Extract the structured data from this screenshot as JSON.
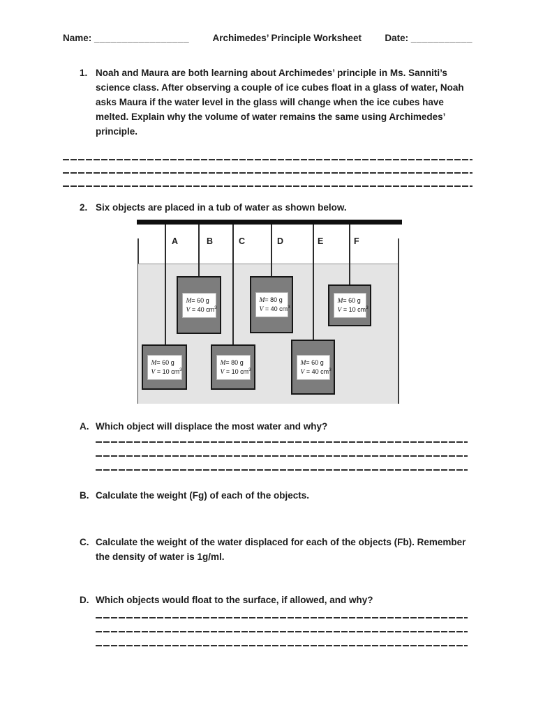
{
  "header": {
    "name_label": "Name:",
    "name_blank": "_________________",
    "title": "Archimedes’ Principle Worksheet",
    "date_label": "Date:",
    "date_blank": "___________"
  },
  "q1": {
    "number": "1.",
    "text": "Noah and Maura are both learning about Archimedes’ principle in Ms. Sanniti’s science class. After observing a couple of ice cubes float in a glass of water, Noah asks Maura if the water level in the glass will change when the ice cubes have melted. Explain why the volume of water remains the same using Archimedes’ principle.",
    "answer_lines": 3
  },
  "q2": {
    "number": "2.",
    "text": "Six objects are placed in a tub of water as shown below."
  },
  "diagram": {
    "description": "Six objects hanging from a bar into a tub of water",
    "water_color": "#e4e4e4",
    "object_fill_color": "#7d7d7d",
    "hanger_labels": [
      "A",
      "B",
      "C",
      "D",
      "E",
      "F"
    ],
    "objects": [
      {
        "label": "A",
        "row": "lower",
        "mass_g": 60,
        "volume_cm3": 10,
        "m_var": "M",
        "m_rest": "= 60 g",
        "v_var": "V",
        "v_rest": " = 10 cm",
        "v_sup": "3"
      },
      {
        "label": "B",
        "row": "upper",
        "mass_g": 60,
        "volume_cm3": 40,
        "m_var": "M",
        "m_rest": "= 60 g",
        "v_var": "V",
        "v_rest": " = 40 cm",
        "v_sup": "3"
      },
      {
        "label": "C",
        "row": "lower",
        "mass_g": 80,
        "volume_cm3": 10,
        "m_var": "M",
        "m_rest": "= 80 g",
        "v_var": "V",
        "v_rest": " = 10 cm",
        "v_sup": "3"
      },
      {
        "label": "D",
        "row": "upper",
        "mass_g": 80,
        "volume_cm3": 40,
        "m_var": "M",
        "m_rest": "= 80 g",
        "v_var": "V",
        "v_rest": " = 40 cm",
        "v_sup": "3"
      },
      {
        "label": "E",
        "row": "lower",
        "mass_g": 60,
        "volume_cm3": 40,
        "m_var": "M",
        "m_rest": "= 60 g",
        "v_var": "V",
        "v_rest": " = 40 cm",
        "v_sup": "3"
      },
      {
        "label": "F",
        "row": "upper",
        "mass_g": 60,
        "volume_cm3": 10,
        "m_var": "M",
        "m_rest": "= 60 g",
        "v_var": "V",
        "v_rest": " = 10 cm",
        "v_sup": "3"
      }
    ]
  },
  "subquestions": [
    {
      "letter": "A.",
      "text": "Which object will displace the most water and why?",
      "answer_lines": 3
    },
    {
      "letter": "B.",
      "text": "Calculate the weight (Fg) of each of the objects.",
      "answer_lines": 0
    },
    {
      "letter": "C.",
      "text": "Calculate the weight of the water displaced for each of the objects (Fb). Remember the density of water is 1g/ml.",
      "answer_lines": 0
    },
    {
      "letter": "D.",
      "text": "Which objects would float to the surface, if allowed, and why?",
      "answer_lines": 3
    }
  ]
}
